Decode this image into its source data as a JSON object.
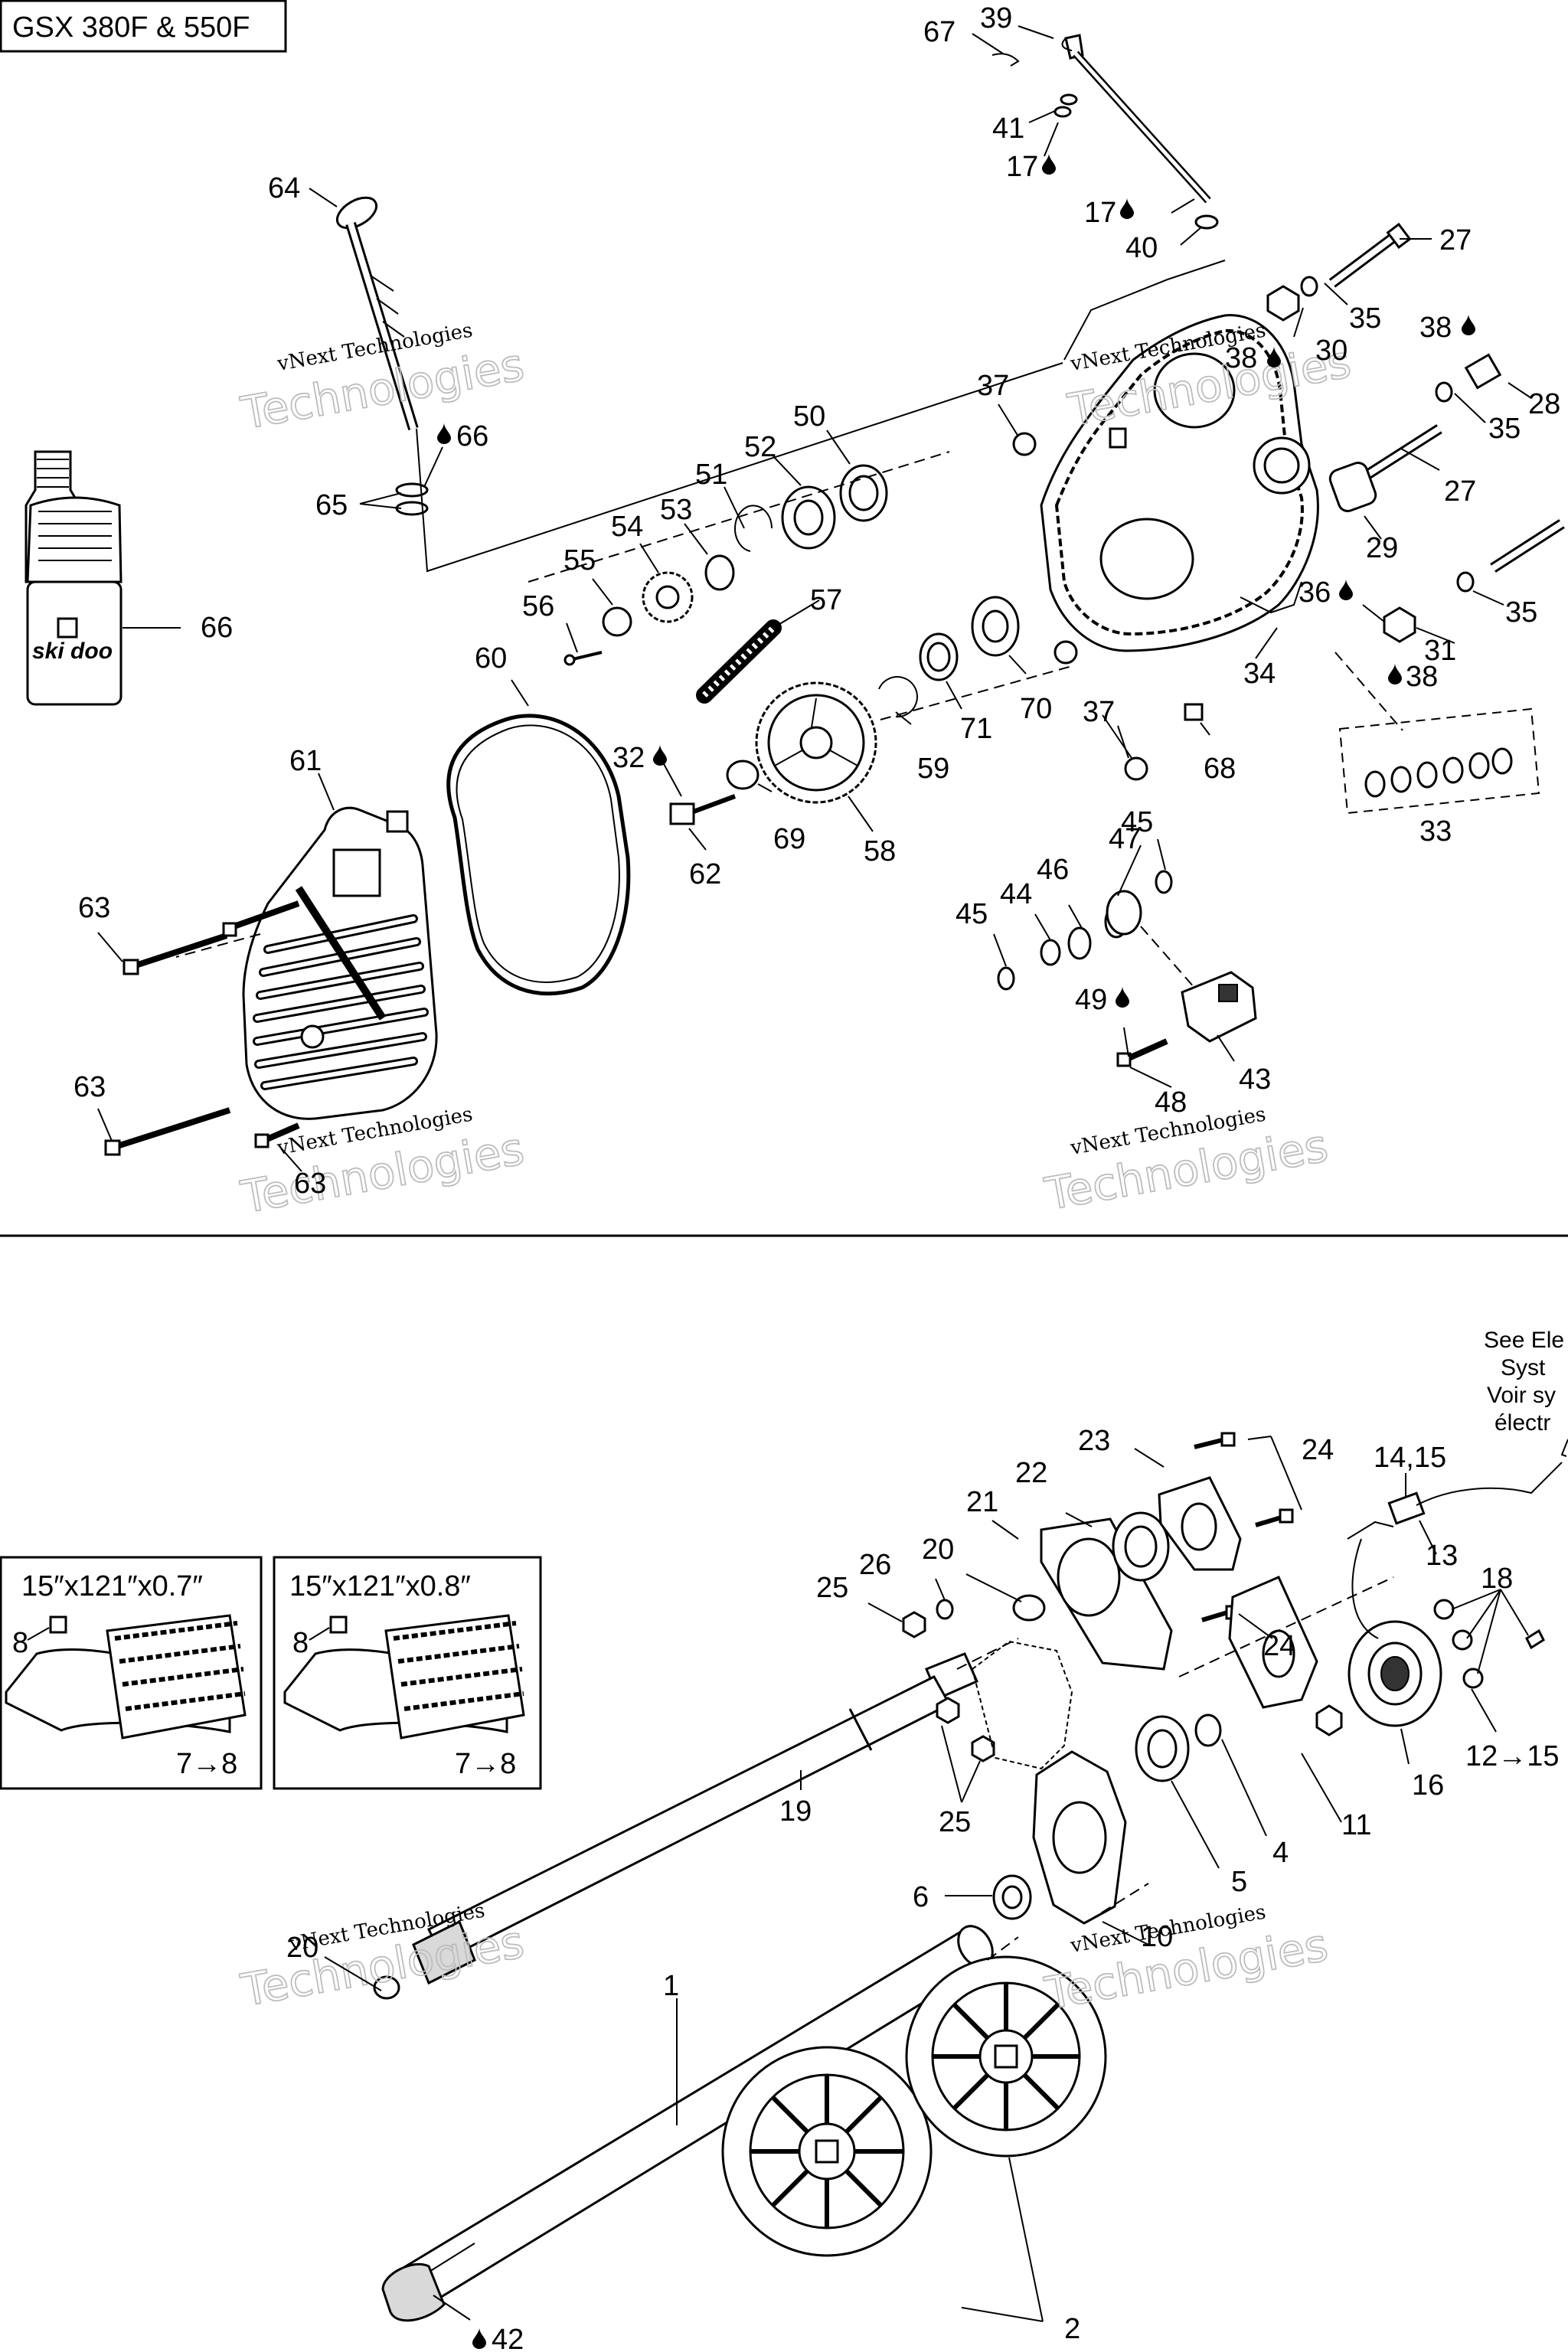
{
  "model_label": "GSX 380F & 550F",
  "watermark": {
    "line1": "vNext Technologies",
    "line2": "Technologies"
  },
  "oil_bottle_brand": "ski doo",
  "track_insets": [
    {
      "size": "15″x121″x0.7″",
      "part_a": "8",
      "part_b": "7→8"
    },
    {
      "size": "15″x121″x0.8″",
      "part_a": "8",
      "part_b": "7→8"
    }
  ],
  "see_note": [
    "See Ele",
    "Syst",
    "Voir sy",
    "électr"
  ],
  "callouts": {
    "p67": "67",
    "p39": "39",
    "p41": "41",
    "p17a": "17",
    "p17b": "17",
    "p40": "40",
    "p27a": "27",
    "p35a": "35",
    "p30": "30",
    "p38a": "38",
    "p38b": "38",
    "p28": "28",
    "p35b": "35",
    "p27b": "27",
    "p29": "29",
    "p36": "36",
    "p35c": "35",
    "p31": "31",
    "p38c": "38",
    "p34": "34",
    "p33": "33",
    "p64": "64",
    "p66a": "66",
    "p65": "65",
    "p66b": "66",
    "p37a": "37",
    "p50": "50",
    "p52": "52",
    "p51": "51",
    "p53": "53",
    "p54": "54",
    "p55": "55",
    "p56": "56",
    "p57": "57",
    "p60": "60",
    "p61": "61",
    "p32": "32",
    "p59": "59",
    "p71": "71",
    "p70": "70",
    "p37b": "37",
    "p68": "68",
    "p69": "69",
    "p58": "58",
    "p62": "62",
    "p63a": "63",
    "p63b": "63",
    "p63c": "63",
    "p47": "47",
    "p45a": "45",
    "p46": "46",
    "p44": "44",
    "p45b": "45",
    "p49": "49",
    "p48": "48",
    "p43": "43",
    "p23": "23",
    "p24a": "24",
    "p22": "22",
    "p21": "21",
    "p20a": "20",
    "p26": "26",
    "p25a": "25",
    "p24b": "24",
    "p14": "14,15",
    "p13": "13",
    "p18": "18",
    "p16": "16",
    "p12": "12→15",
    "p11": "11",
    "p4": "4",
    "p5": "5",
    "p19": "19",
    "p25b": "25",
    "p6": "6",
    "p10": "10",
    "p20b": "20",
    "p1": "1",
    "p2": "2",
    "p42": "42"
  }
}
